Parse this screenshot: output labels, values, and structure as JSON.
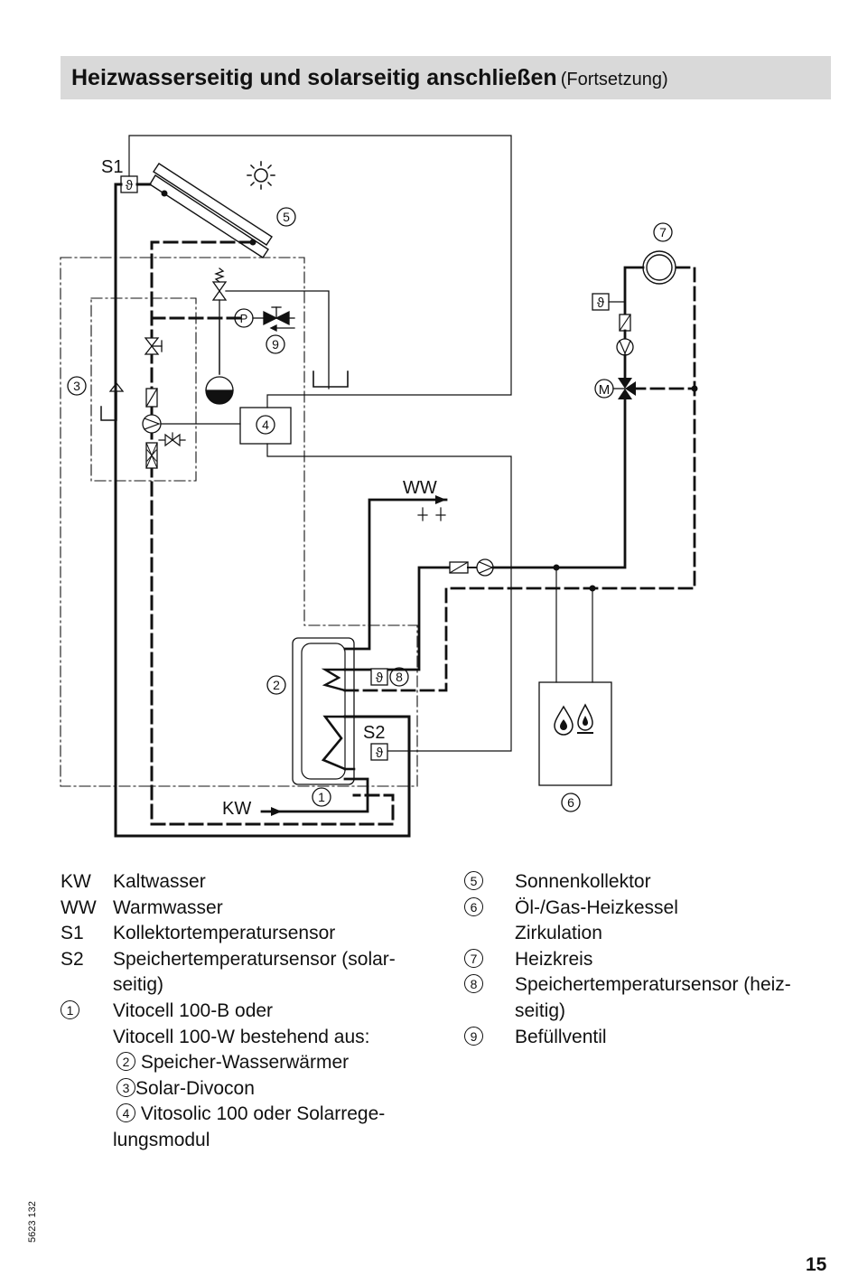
{
  "header": {
    "title": "Heizwasserseitig und solarseitig anschließen",
    "subtitle": "(Fortsetzung)"
  },
  "diagram": {
    "labels": {
      "s1": "S1",
      "s2": "S2",
      "kw": "KW",
      "ww": "WW",
      "pump_p": "P",
      "motor_m": "M",
      "theta": "ϑ"
    },
    "callouts": [
      "1",
      "2",
      "3",
      "4",
      "5",
      "6",
      "7",
      "8",
      "9"
    ]
  },
  "legend": {
    "left": [
      {
        "key": "KW",
        "text": "Kaltwasser"
      },
      {
        "key": "WW",
        "text": "Warmwasser"
      },
      {
        "key": "S1",
        "text": "Kollektortemperatursensor"
      },
      {
        "key": "S2",
        "text": "Speichertemperatursensor (solar-"
      },
      {
        "key": "",
        "text": "seitig)"
      },
      {
        "key": "1",
        "text": "Vitocell 100-B oder"
      },
      {
        "key": "",
        "text": "Vitocell 100-W bestehend aus:"
      },
      {
        "sub": "2",
        "text": "Speicher-Wasserwärmer"
      },
      {
        "sub": "3",
        "text": "Solar-Divocon"
      },
      {
        "sub": "4",
        "text": "Vitosolic 100 oder Solarrege-"
      },
      {
        "key": "",
        "text": "lungsmodul"
      }
    ],
    "right": [
      {
        "key": "5",
        "text": "Sonnenkollektor"
      },
      {
        "key": "6",
        "text": "Öl-/Gas-Heizkessel"
      },
      {
        "key": "",
        "text": "Zirkulation"
      },
      {
        "key": "7",
        "text": "Heizkreis"
      },
      {
        "key": "8",
        "text": "Speichertemperatursensor (heiz-"
      },
      {
        "key": "",
        "text": "seitig)"
      },
      {
        "key": "9",
        "text": "Befüllventil"
      }
    ]
  },
  "footer": {
    "doc_number": "5623 132",
    "page_number": "15"
  }
}
